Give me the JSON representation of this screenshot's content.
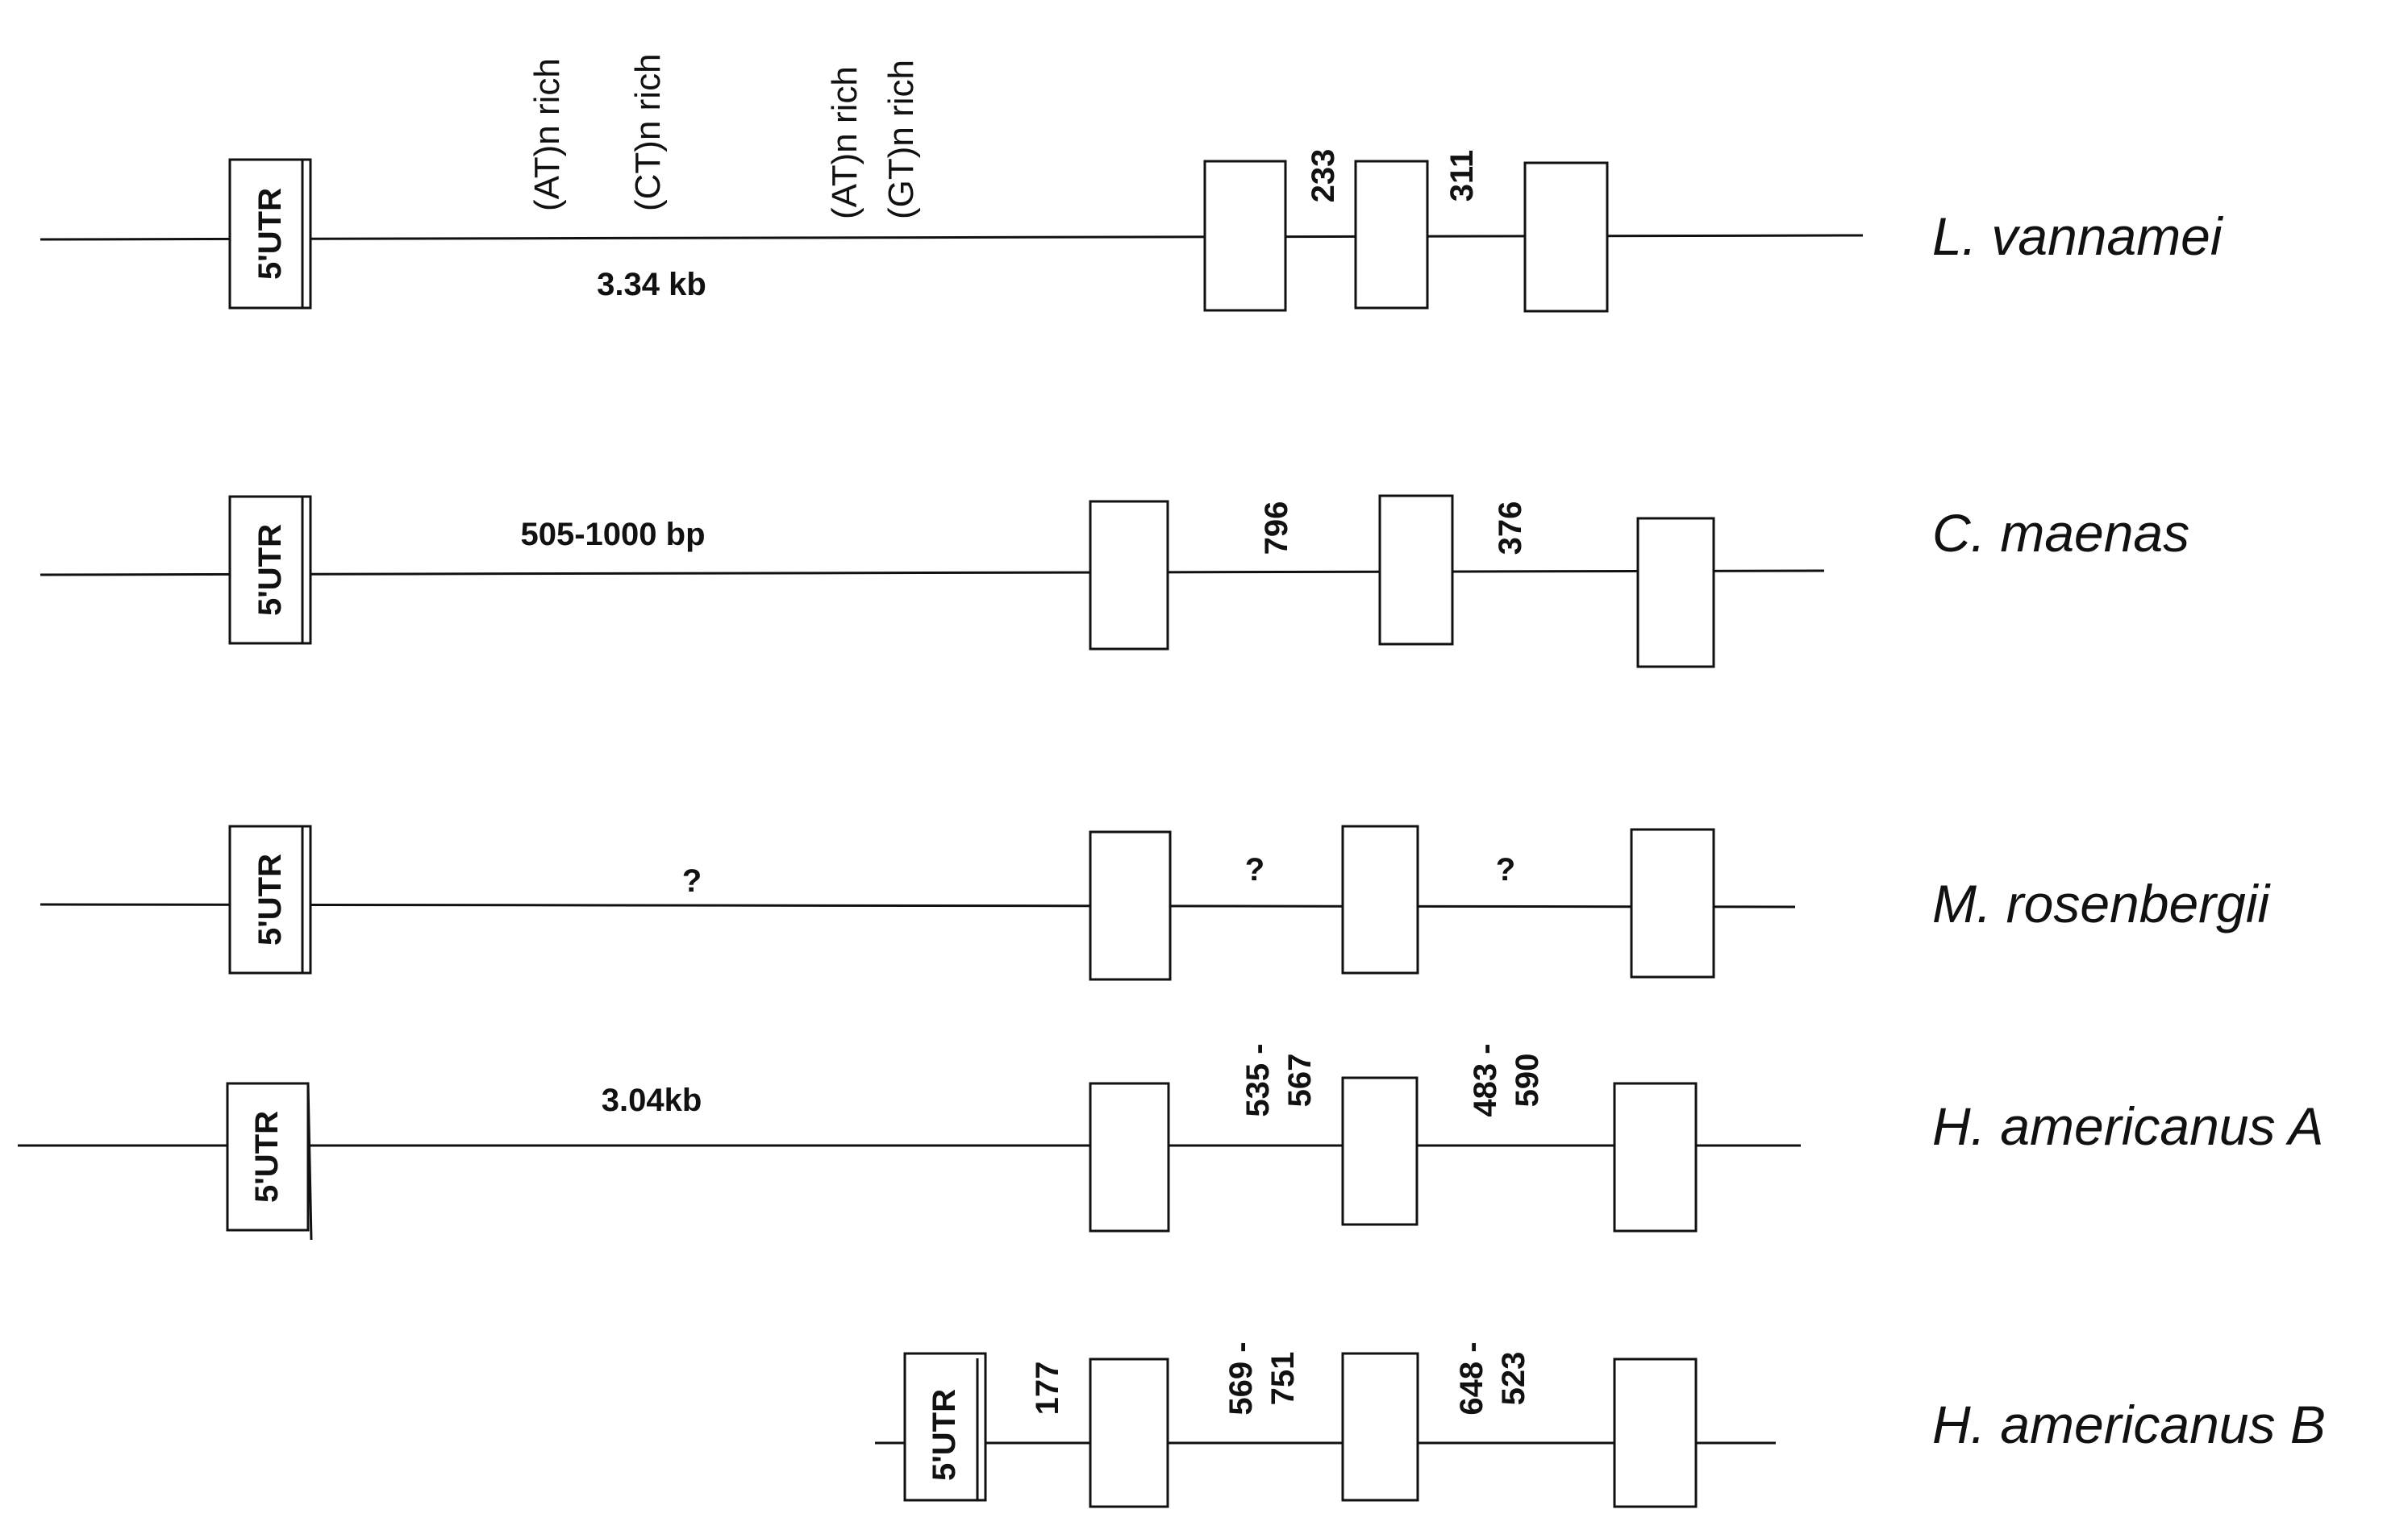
{
  "utr_label": "5'UTR",
  "genes": [
    {
      "species": "L. vannamei",
      "motifs": [
        "(AT)n rich",
        "(CT)n rich",
        "(AT)n rich",
        "(GT)n  rich"
      ],
      "intron1_label": "3.34 kb",
      "intron2_label": [
        "233"
      ],
      "intron3_label": [
        "311"
      ]
    },
    {
      "species": "C. maenas",
      "intron1_label": "505-1000 bp",
      "intron2_label": [
        "796"
      ],
      "intron3_label": [
        "376"
      ]
    },
    {
      "species": "M. rosenbergii",
      "intron1_label": "?",
      "intron2_label": [
        "?"
      ],
      "intron3_label": [
        "?"
      ]
    },
    {
      "species": "H. americanus A",
      "intron1_label": "3.04kb",
      "intron2_label": [
        "535 -",
        "567"
      ],
      "intron3_label": [
        "483 -",
        "590"
      ]
    },
    {
      "species": "H. americanus B",
      "intron1_label": "177",
      "intron2_label": [
        "569 -",
        "751"
      ],
      "intron3_label": [
        "648 -",
        "523"
      ]
    }
  ]
}
